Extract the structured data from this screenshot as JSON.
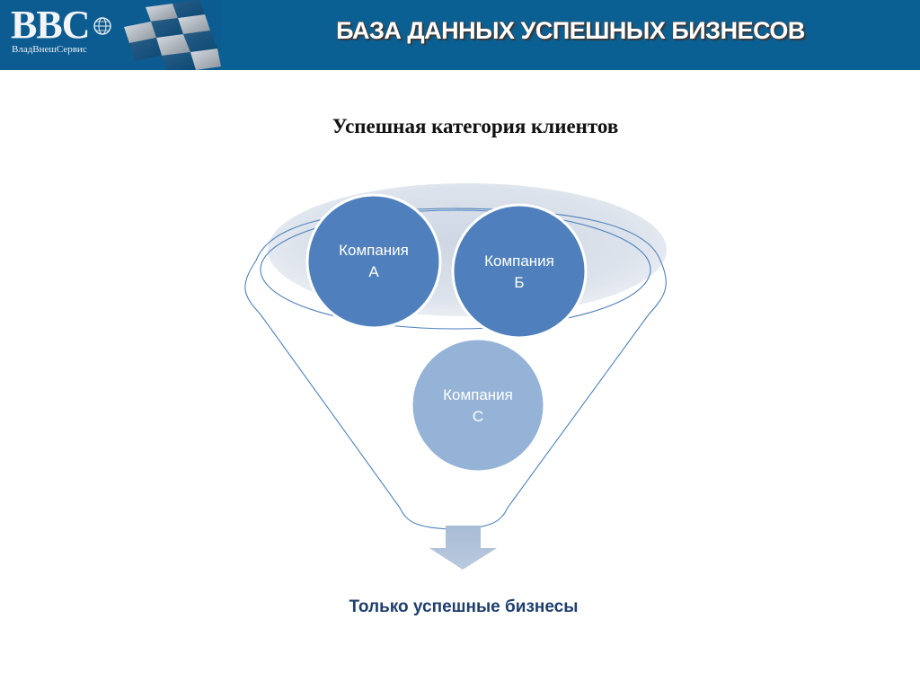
{
  "header": {
    "logo_text": "BBC",
    "logo_subtitle": "ВладВнешСервис",
    "title": "БАЗА ДАННЫХ УСПЕШНЫХ БИЗНЕСОВ"
  },
  "slide": {
    "title": "Успешная категория клиентов"
  },
  "funnel": {
    "nodes": [
      {
        "line1": "Компания",
        "line2": "А"
      },
      {
        "line1": "Компания",
        "line2": "Б"
      },
      {
        "line1": "Компания",
        "line2": "С"
      }
    ],
    "result": "Только успешные бизнесы"
  },
  "colors": {
    "header_bg": "#0a5f93",
    "node_dark": "#4f80bd",
    "node_light": "#95b3d7",
    "funnel_outline": "#4f81bd",
    "result_text": "#1f3f6f"
  }
}
